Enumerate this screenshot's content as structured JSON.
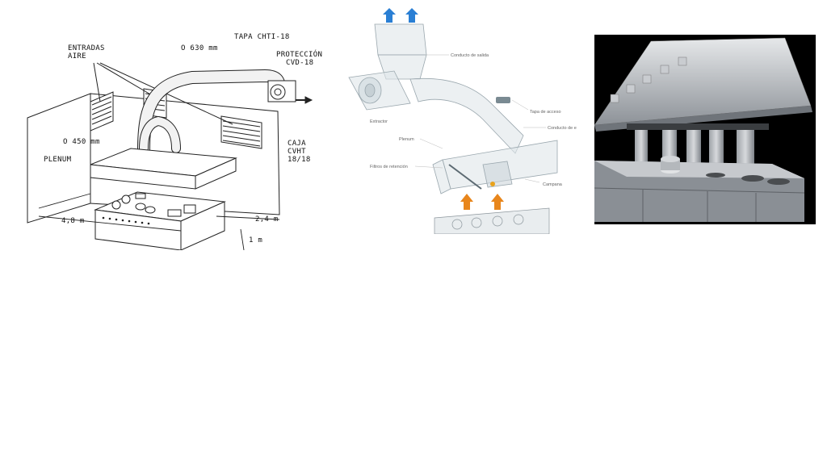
{
  "left_diagram": {
    "labels": {
      "air_inlets": [
        "ENTRADAS",
        "AIRE"
      ],
      "duct_630": "O 630 mm",
      "cover": "TAPA CHTI-18",
      "protection": [
        "PROTECCIÓN",
        "CVD-18"
      ],
      "duct_450": "O 450 mm",
      "plenum": "PLENUM",
      "box": [
        "CAJA",
        "CVHT",
        "18/18"
      ],
      "dim_length": "4,8 m",
      "dim_depth": "2,4 m",
      "dim_height": "1 m"
    }
  },
  "middle_diagram": {
    "labels": {
      "outlet_duct": "Conducto de salida",
      "extractor": "Extractor",
      "access_cover": "Tapa de acceso",
      "duct_conn": "Conducto de e",
      "plenum": "Plenum",
      "filters": "Filtros de retención",
      "hood": "Campana"
    },
    "colors": {
      "exhaust_arrows": "#2a7fd4",
      "intake_arrows": "#e8861c"
    }
  },
  "photo": {
    "subject": "stainless-steel-island-hood-over-kitchen-range",
    "colors": {
      "background": "#000000",
      "steel": "#b9bcc0"
    }
  }
}
